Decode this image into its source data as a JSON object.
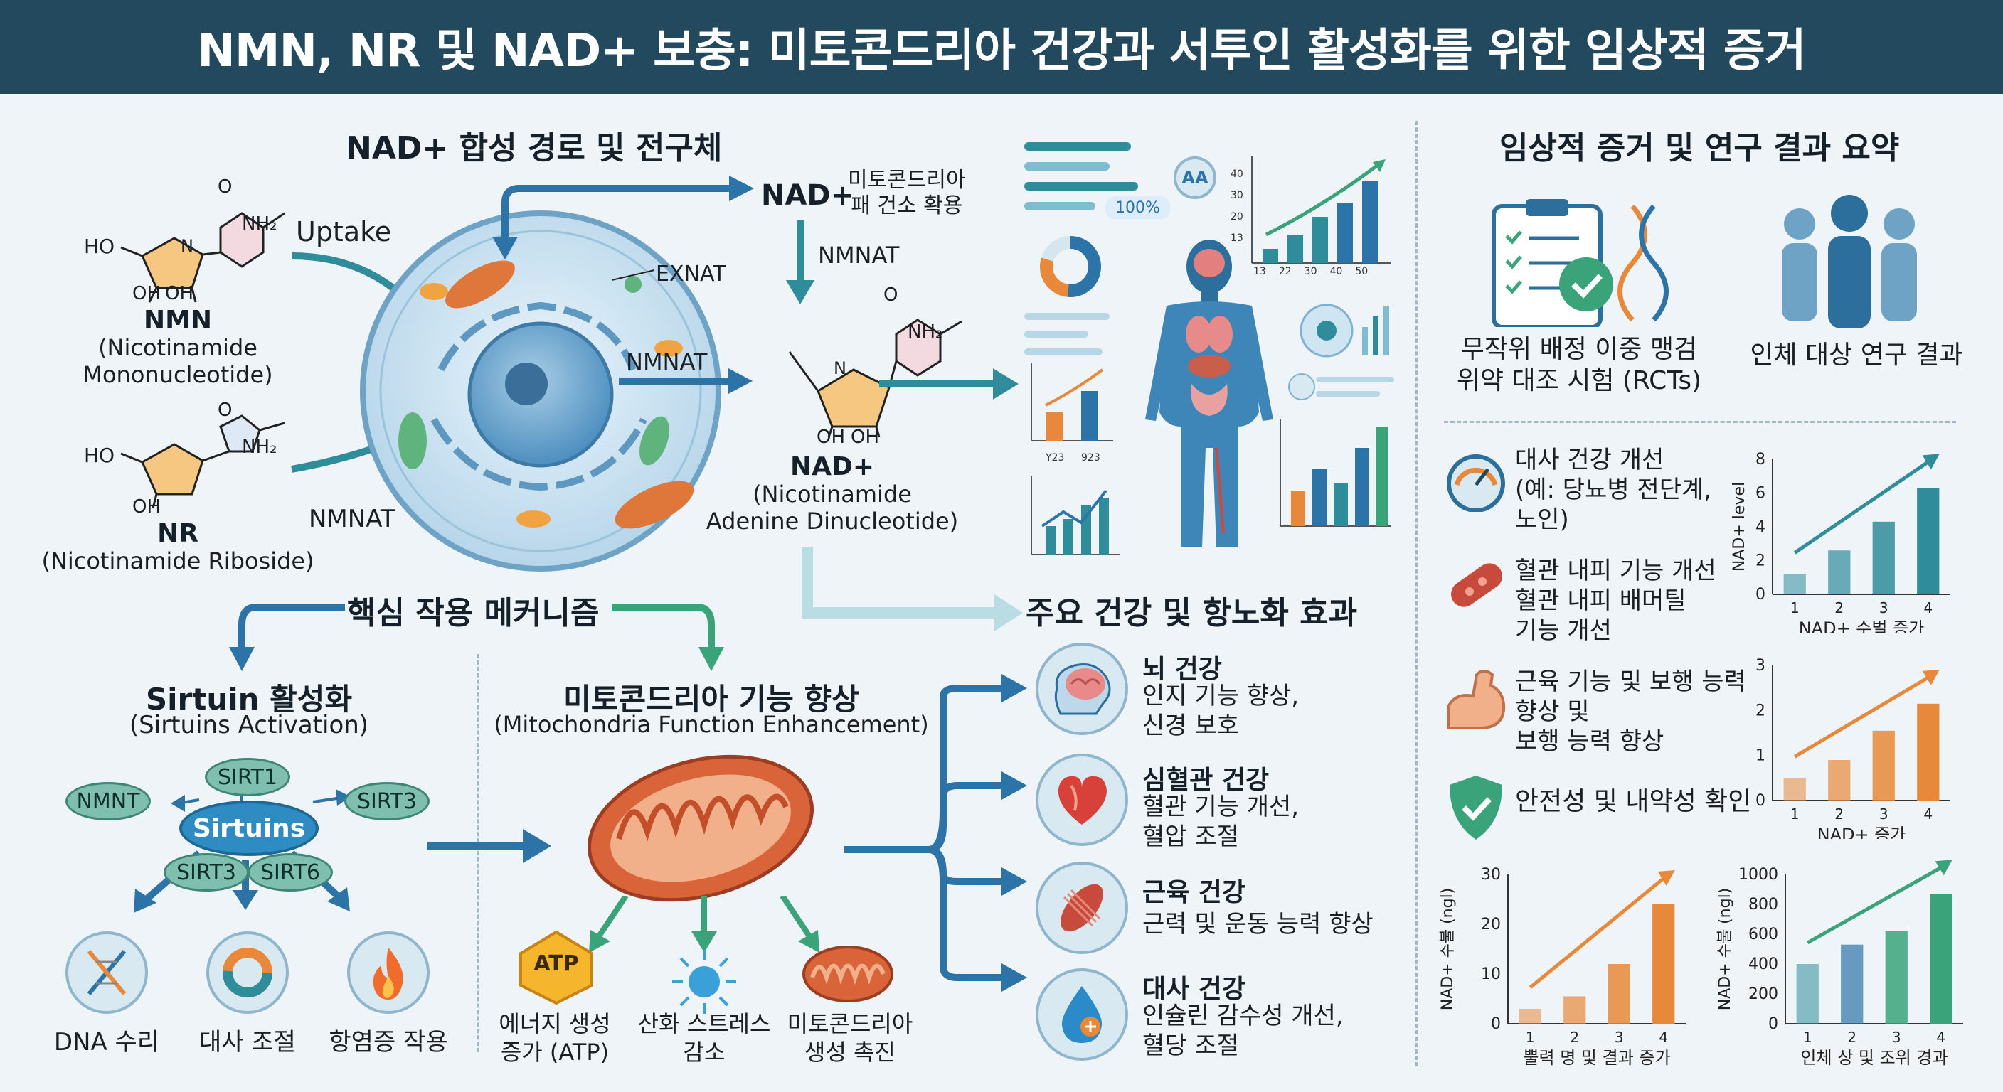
{
  "title": "NMN, NR 및 NAD+ 보충: 미토콘드리아 건강과 서투인 활성화를 위한 임상적 증거",
  "synthesis": {
    "heading": "NAD+ 합성 경로 및 전구체",
    "nmn_name": "NMN",
    "nmn_full": "(Nicotinamide\nMononucleotide)",
    "nr_name": "NR",
    "nr_full": "(Nicotinamide Riboside)",
    "uptake": "Uptake",
    "nmnat_1": "NMNAT",
    "nmnat_2": "NMNAT",
    "nmnat_3": "NMNAT",
    "exnat": "EXNAT",
    "nad_top": "NAD+",
    "nad_top_note": "미토콘드리아\n패 건소 확용",
    "nad_name": "NAD+",
    "nad_full": "(Nicotinamide\nAdenine Dinucleotide)",
    "chem": {
      "ho": "HO",
      "oh": "OH",
      "nh2": "NH₂",
      "o": "O",
      "n": "N"
    }
  },
  "mechanism": {
    "heading": "핵심 작용 메커니즘",
    "sirtuin_title": "Sirtuin 활성화",
    "sirtuin_sub": "(Sirtuins Activation)",
    "sirtuins": "Sirtuins",
    "nodes": [
      "SIRT1",
      "NMNT",
      "SIRT3",
      "SIRT3",
      "SIRT6"
    ],
    "outcomes": [
      "DNA 수리",
      "대사 조절",
      "항염증 작용"
    ],
    "mito_title": "미토콘드리아 기능 향상",
    "mito_sub": "(Mitochondria Function Enhancement)",
    "mito_outcomes": [
      "에너지 생성\n증가 (ATP)",
      "산화 스트레스\n감소",
      "미토콘드리아\n생성 촉진"
    ],
    "atp": "ATP"
  },
  "effects": {
    "heading": "주요 건강 및 항노화 효과",
    "items": [
      {
        "title": "뇌 건강",
        "desc": "인지 기능 향상,\n신경 보호",
        "icon": "brain-icon"
      },
      {
        "title": "심혈관 건강",
        "desc": "혈관 기능 개선,\n혈압 조절",
        "icon": "heart-icon"
      },
      {
        "title": "근육 건강",
        "desc": "근력 및 운동 능력 향상",
        "icon": "muscle-icon"
      },
      {
        "title": "대사 건강",
        "desc": "인슐린 감수성 개선,\n혈당 조절",
        "icon": "drop-icon"
      }
    ]
  },
  "infographic": {
    "badge": "AA",
    "percent": "100%",
    "bar_ticks_y": [
      "40",
      "30",
      "20",
      "13"
    ],
    "bar_ticks_x": [
      "13",
      "22",
      "30",
      "40",
      "50"
    ],
    "mini_x": [
      "Y23",
      "923"
    ]
  },
  "clinical": {
    "heading": "임상적 증거 및 연구 결과 요약",
    "rct": "무작위 배정 이중 맹검\n위약 대조 시험 (RCTs)",
    "human": "인체 대상 연구 결과",
    "findings": [
      {
        "text": "대사 건강 개선\n(예: 당뇨병 전단계,\n노인)",
        "icon": "gauge-icon"
      },
      {
        "text": "혈관 내피 기능 개선\n혈관 내피 배머틸\n기능 개선",
        "icon": "blood-vessel-icon"
      },
      {
        "text": "근육 기능 및 보행 능력\n향상 및\n보행 능력 향상",
        "icon": "flexed-arm-icon"
      },
      {
        "text": "안전성 및 내약성 확인",
        "icon": "shield-check-icon"
      }
    ],
    "colors": {
      "teal": "#2f8c9a",
      "orange": "#e8883a",
      "green": "#3aa37a",
      "navy": "#23495e"
    }
  },
  "chart_data": [
    {
      "type": "bar",
      "categories": [
        "1",
        "2",
        "3",
        "4"
      ],
      "values": [
        1.2,
        2.6,
        4.3,
        6.3
      ],
      "ylim": [
        0,
        8
      ],
      "yticks": [
        "0",
        "2",
        "4",
        "6",
        "8"
      ],
      "ylabel": "NAD+ level",
      "xlabel": "NAD+ 수벌 증가",
      "color": "teal"
    },
    {
      "type": "bar",
      "categories": [
        "1",
        "2",
        "3",
        "4"
      ],
      "values": [
        0.5,
        0.9,
        1.55,
        2.15
      ],
      "ylim": [
        0,
        3
      ],
      "yticks": [
        "0",
        "1",
        "2",
        "3"
      ],
      "ylabel": "",
      "xlabel": "NAD+ 증가",
      "color": "orange"
    },
    {
      "type": "bar",
      "categories": [
        "1",
        "2",
        "3",
        "4"
      ],
      "values": [
        3,
        5.5,
        12,
        24
      ],
      "ylim": [
        0,
        30
      ],
      "yticks": [
        "0",
        "10",
        "20",
        "30"
      ],
      "ylabel": "NAD+ 수불 (ngl)",
      "xlabel": "뿔력 명 및 결과 증가",
      "color": "orange"
    },
    {
      "type": "bar",
      "categories": [
        "1",
        "2",
        "3",
        "4"
      ],
      "values": [
        400,
        530,
        620,
        870
      ],
      "ylim": [
        0,
        1000
      ],
      "yticks": [
        "0",
        "200",
        "400",
        "600",
        "800",
        "1000"
      ],
      "ylabel": "NAD+ 수불 (ngl)",
      "xlabel": "인체 상 및 조위 경과",
      "color": "mixed"
    }
  ]
}
